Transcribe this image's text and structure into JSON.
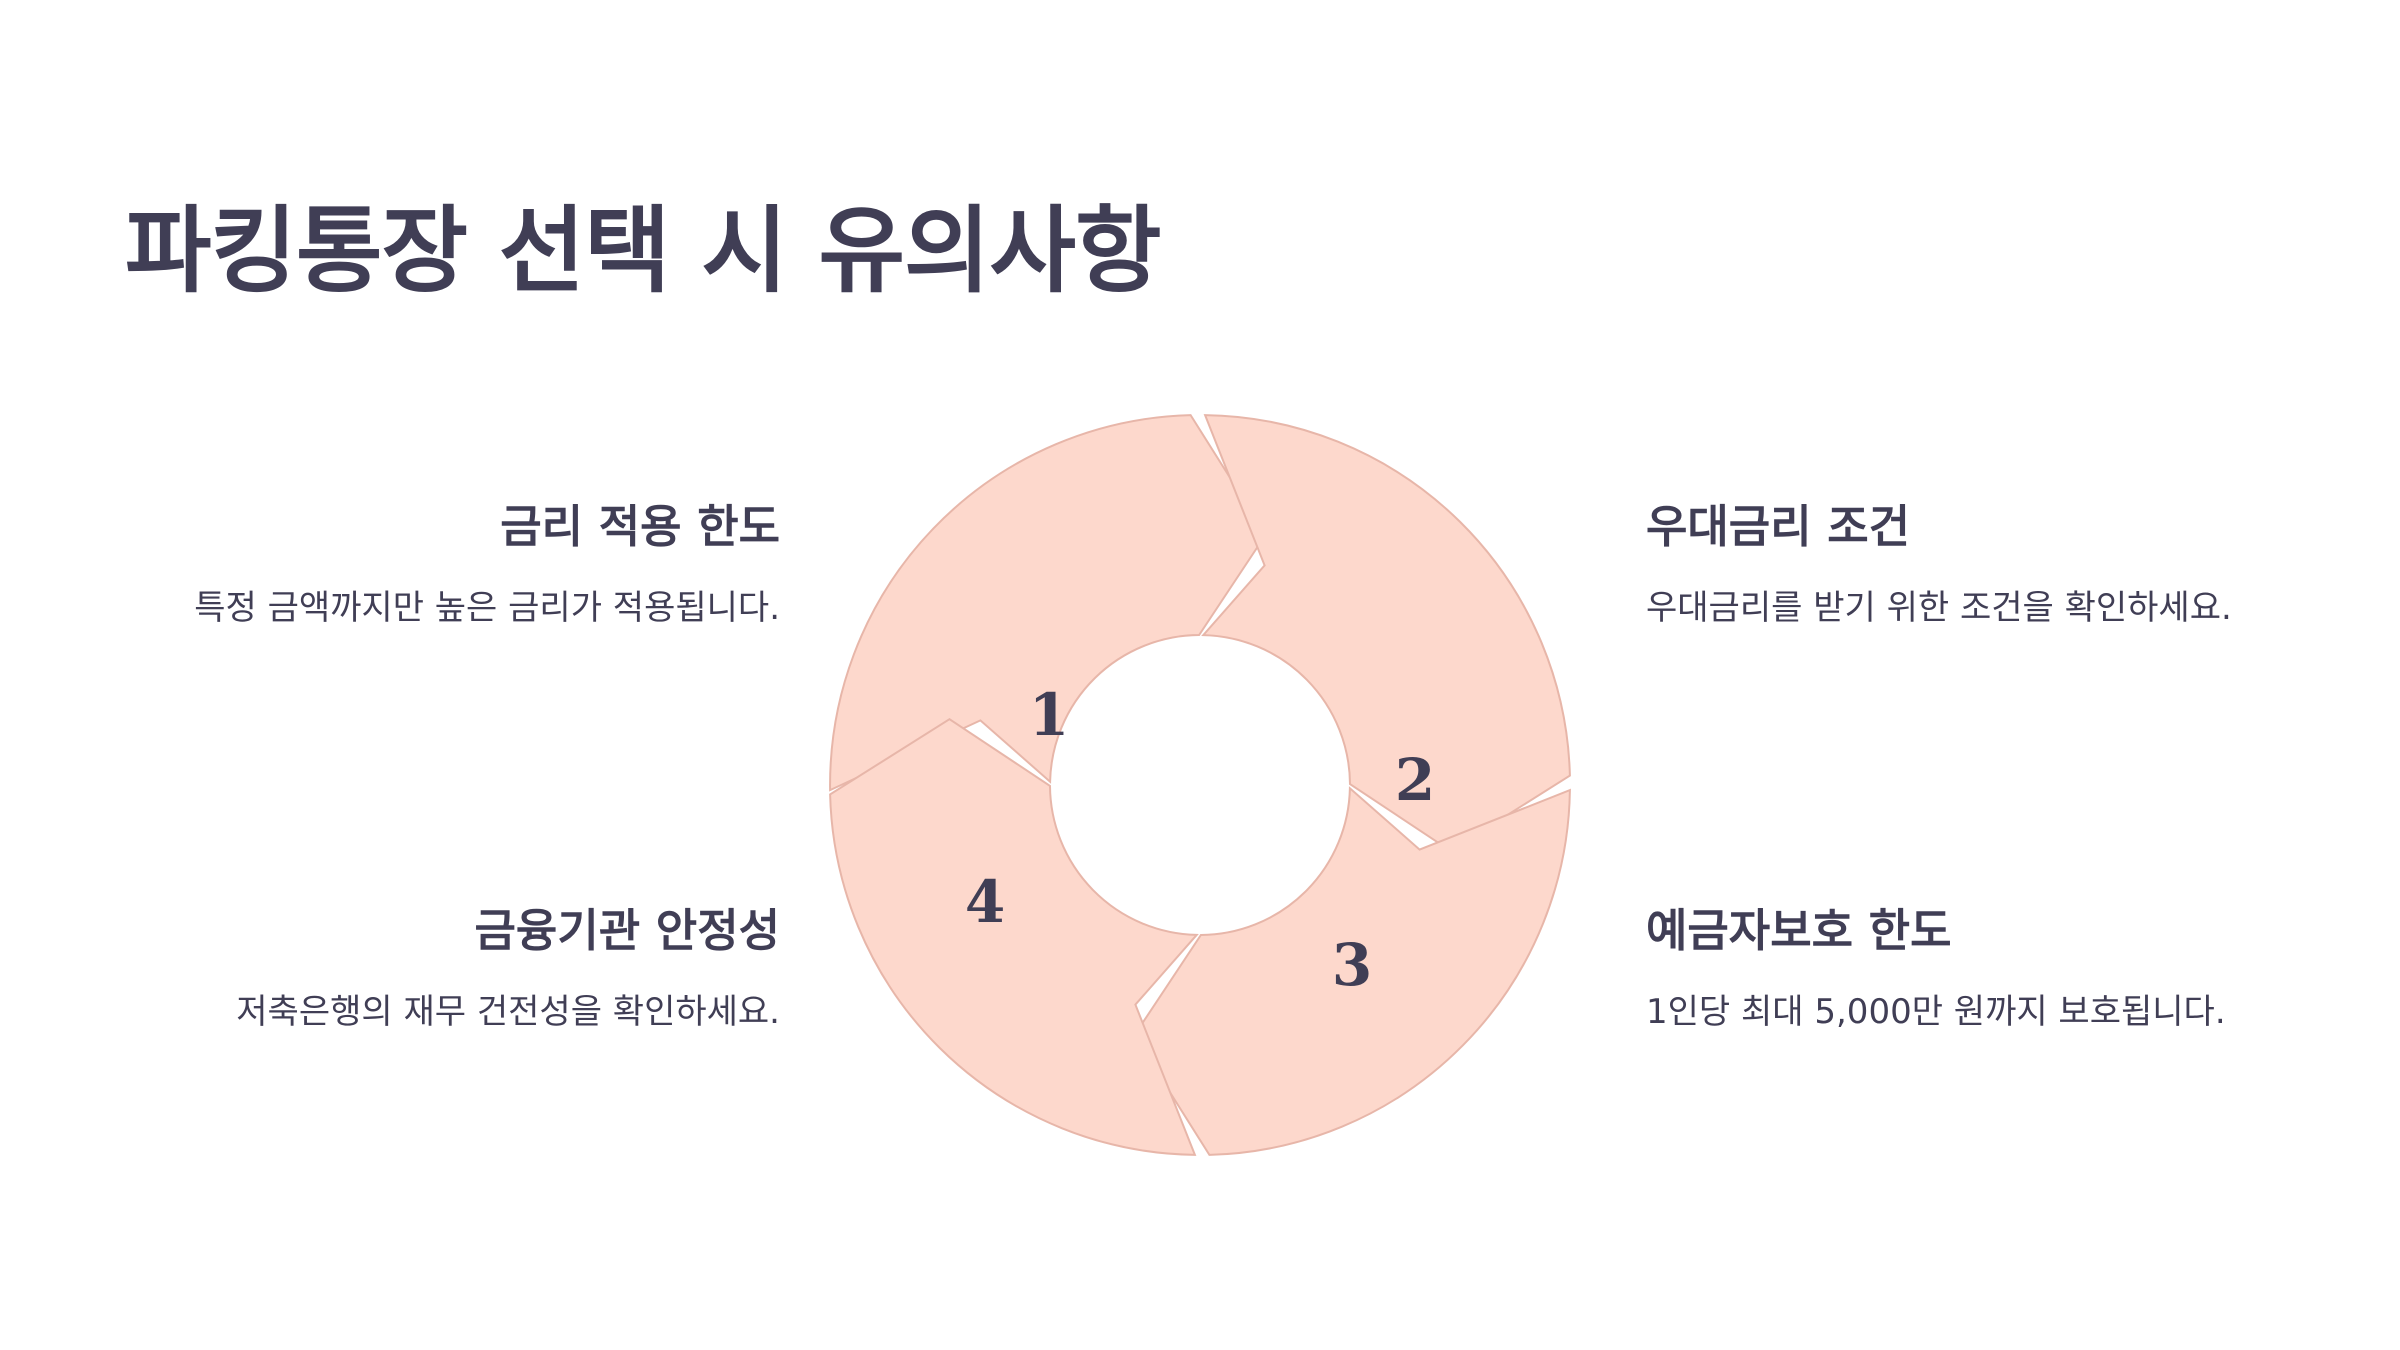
{
  "title": "파킹통장 선택 시 유의사항",
  "colors": {
    "segment_fill": "#fdd8cc",
    "segment_stroke": "#e7b6a9",
    "text": "#403e55"
  },
  "items": [
    {
      "number": "1",
      "title": "금리 적용 한도",
      "description": "특정 금액까지만 높은 금리가 적용됩니다."
    },
    {
      "number": "2",
      "title": "우대금리 조건",
      "description": "우대금리를 받기 위한 조건을 확인하세요."
    },
    {
      "number": "3",
      "title": "예금자보호 한도",
      "description": "1인당 최대 5,000만 원까지 보호됩니다."
    },
    {
      "number": "4",
      "title": "금융기관 안정성",
      "description": "저축은행의 재무 건전성을 확인하세요."
    }
  ]
}
